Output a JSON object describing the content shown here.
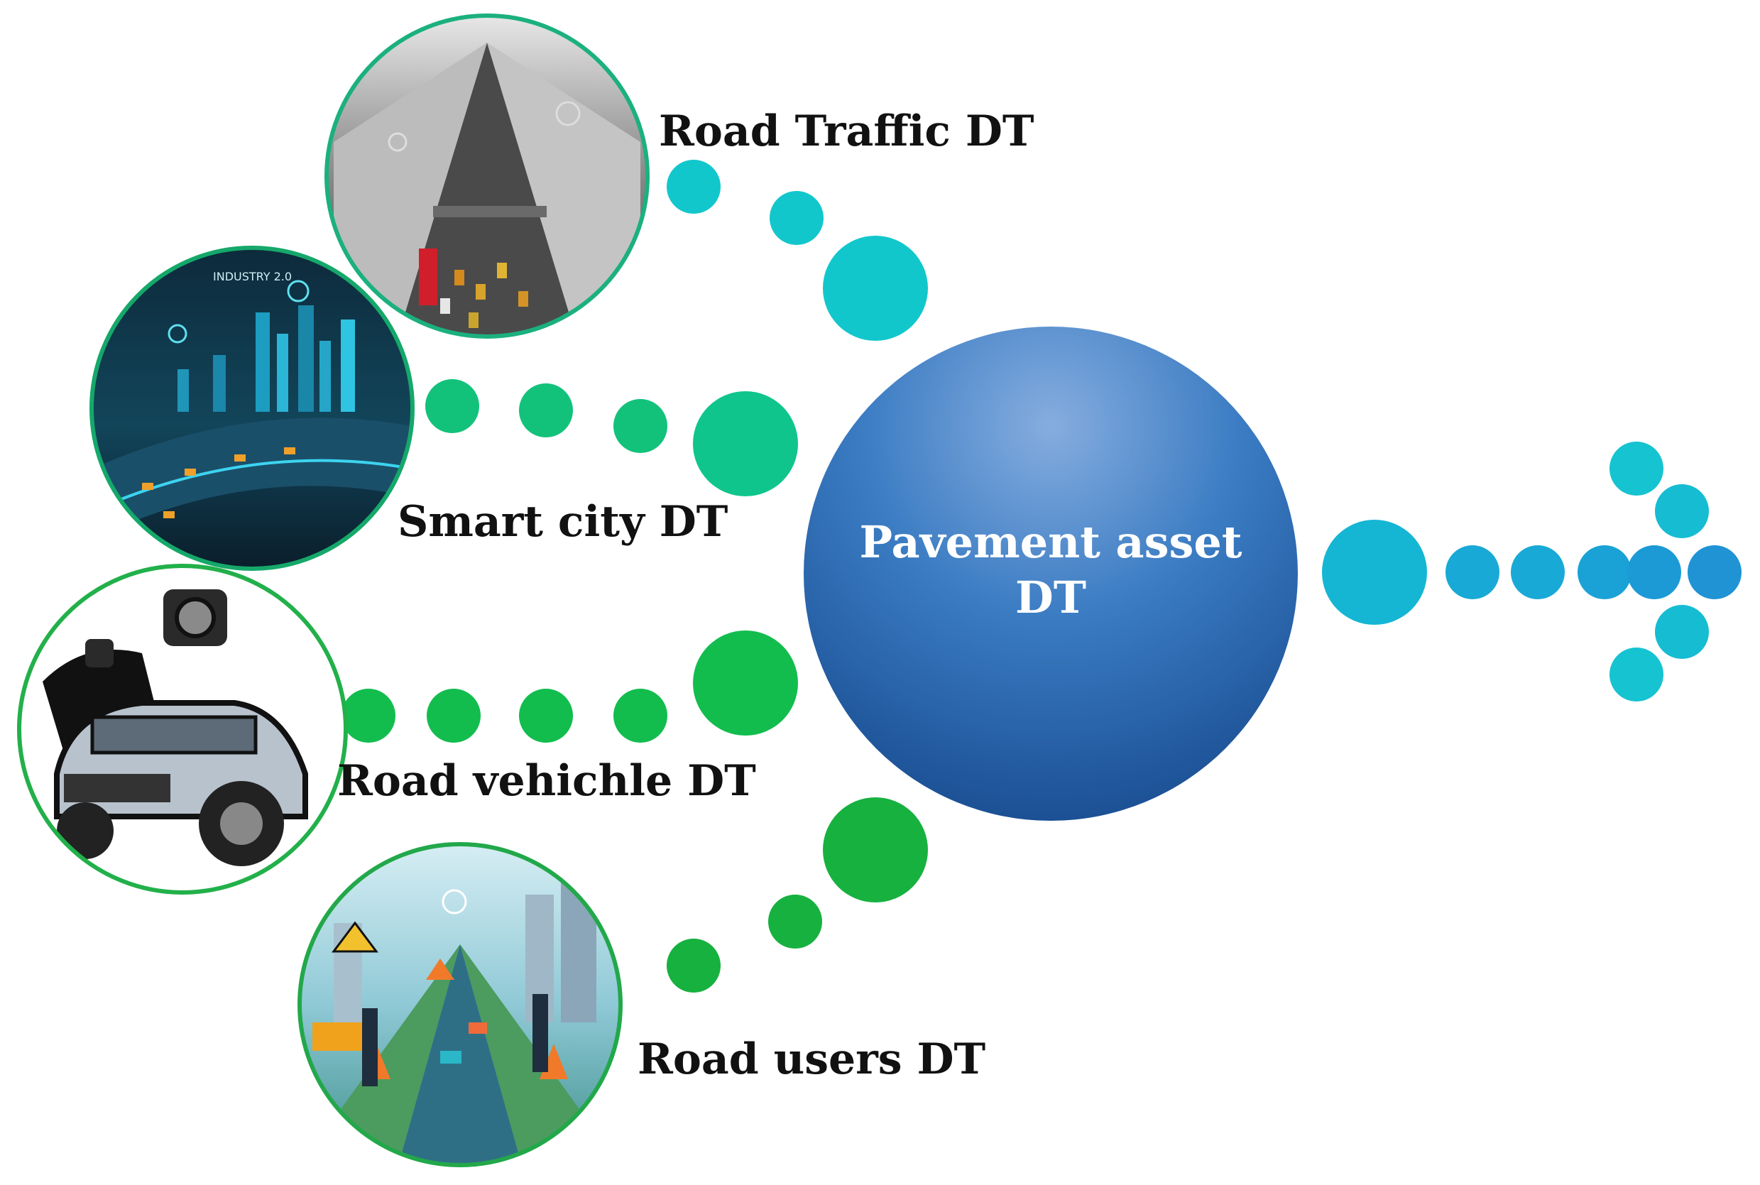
{
  "center": {
    "line1": "Pavement asset",
    "line2": "DT"
  },
  "nodes": [
    {
      "id": "road-traffic",
      "label": "Road Traffic DT"
    },
    {
      "id": "smart-city",
      "label": "Smart city DT"
    },
    {
      "id": "road-vehicle",
      "label": "Road vehichle DT"
    },
    {
      "id": "road-users",
      "label": "Road users DT"
    }
  ],
  "thumbnails": {
    "smart_city_caption": "INDUSTRY 2.0"
  },
  "colors": {
    "hub_top": "#7fa6dd",
    "hub_mid": "#2f6fb8",
    "hub_bottom": "#1a4e93",
    "teal": "#12c2c9",
    "teal_green": "#0fc38c",
    "green": "#13bd4f",
    "green_dark": "#1aa83d",
    "arrow_blue": "#1ea6d3",
    "ring_green": "#22b04a"
  },
  "icons": [
    "city-traffic-photo-icon",
    "smart-city-illustration-icon",
    "vehicle-sensors-illustration-icon",
    "road-users-illustration-icon",
    "arrow-right-icon"
  ]
}
